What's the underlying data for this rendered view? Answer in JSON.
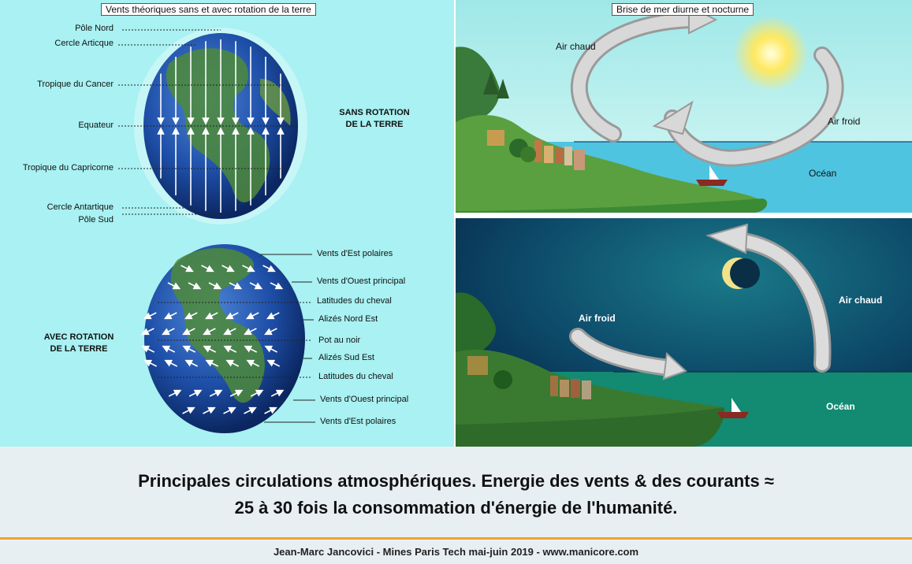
{
  "left_panel": {
    "title": "Vents théoriques sans et avec rotation de la terre",
    "top_globe_labels": [
      "Pôle Nord",
      "Cercle Articque",
      "Tropique du Cancer",
      "Equateur",
      "Tropique du Capricorne",
      "Cercle Antartique",
      "Pôle Sud"
    ],
    "no_rotation_line1": "SANS ROTATION",
    "no_rotation_line2": "DE LA TERRE",
    "with_rotation_line1": "AVEC ROTATION",
    "with_rotation_line2": "DE LA TERRE",
    "bottom_globe_labels": [
      "Vents d'Est polaires",
      "Vents d'Ouest principal",
      "Latitudes du cheval",
      "Alizés Nord Est",
      "Pot au noir",
      "Alizés Sud Est",
      "Latitudes du cheval",
      "Vents d'Ouest principal",
      "Vents d'Est polaires"
    ]
  },
  "day_panel": {
    "title": "Brise de mer diurne et nocturne",
    "warm_air": "Air chaud",
    "cold_air": "Air froid",
    "ocean": "Océan"
  },
  "night_panel": {
    "cold_air": "Air froid",
    "warm_air": "Air chaud",
    "ocean": "Océan"
  },
  "caption_line1": "Principales circulations atmosphériques. Energie des vents & des courants ≈",
  "caption_line2": "25 à 30 fois la consommation d'énergie de l'humanité.",
  "footer": "Jean-Marc Jancovici - Mines Paris Tech mai-juin 2019 - www.manicore.com",
  "colors": {
    "left_bg": "#a9f1f2",
    "ocean_blue": "#1e4fa8",
    "land_green": "#4d8a3a",
    "rule_orange": "#f0a030",
    "night_sky": "#0d3a5c"
  }
}
